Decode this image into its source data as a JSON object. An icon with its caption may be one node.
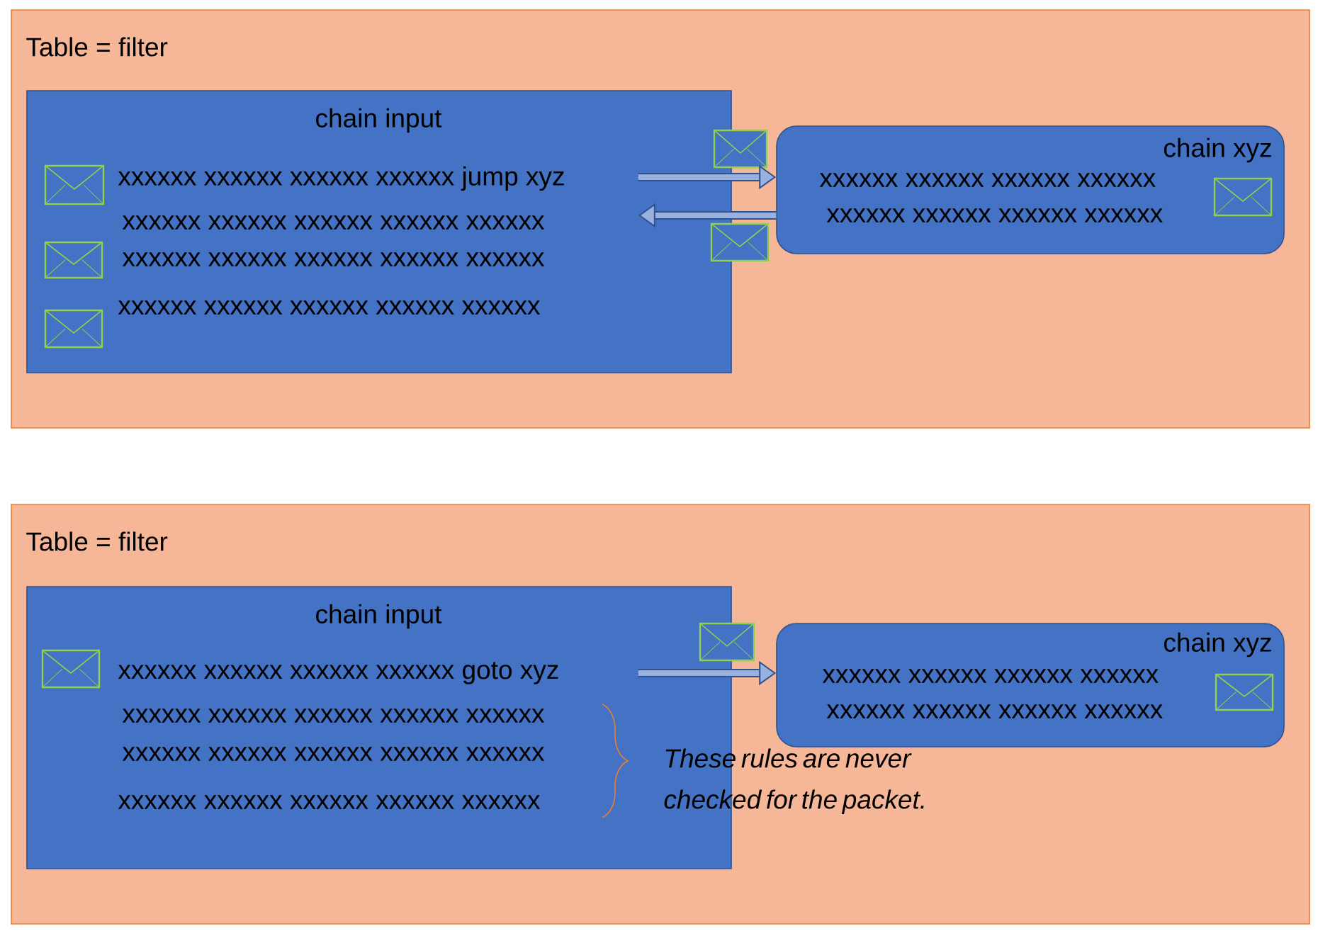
{
  "diagram": {
    "nodes": [
      {
        "text": [
          "Table = filter"
        ]
      },
      {
        "text": [
          "chain input",
          "xxxxxx xxxxxx xxxxxx xxxxxx jump xyz",
          "xxxxxx xxxxxx xxxxxx xxxxxx xxxxxx",
          "xxxxxx xxxxxx xxxxxx xxxxxx xxxxxx",
          "xxxxxx xxxxxx xxxxxx xxxxxx xxxxxx"
        ],
        "in": 0
      },
      {
        "text": [
          "chain xyz",
          "xxxxxx xxxxxx xxxxxx xxxxxx",
          "xxxxxx xxxxxx xxxxxx xxxxxx"
        ],
        "in": 0
      },
      {
        "text": [
          "Table = filter"
        ]
      },
      {
        "text": [
          "chain input",
          "xxxxxx xxxxxx xxxxxx xxxxxx goto xyz",
          "xxxxxx xxxxxx xxxxxx xxxxxx xxxxxx",
          "xxxxxx xxxxxx xxxxxx xxxxxx xxxxxx",
          "xxxxxx xxxxxx xxxxxx xxxxxx xxxxxx"
        ],
        "in": 3
      },
      {
        "text": [
          "chain xyz",
          "xxxxxx xxxxxx xxxxxx xxxxxx",
          "xxxxxx xxxxxx xxxxxx xxxxxx"
        ],
        "in": 3
      }
    ],
    "edges": [
      {
        "from": 1,
        "to": 2,
        "arrow": "to"
      },
      {
        "from": 2,
        "to": 1,
        "arrow": "to"
      },
      {
        "from": 4,
        "to": 5,
        "arrow": "to"
      }
    ],
    "labels": [
      "These rules are never checked for the packet."
    ]
  }
}
